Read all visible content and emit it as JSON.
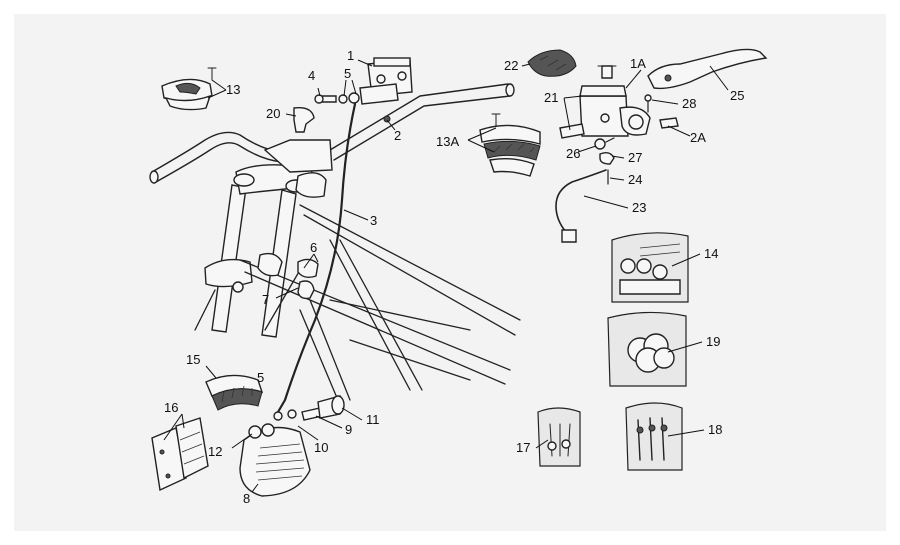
{
  "labels": [
    {
      "key": "1",
      "text": "1"
    },
    {
      "key": "1A",
      "text": "1A"
    },
    {
      "key": "2",
      "text": "2"
    },
    {
      "key": "2A",
      "text": "2A"
    },
    {
      "key": "3",
      "text": "3"
    },
    {
      "key": "4",
      "text": "4"
    },
    {
      "key": "5a",
      "text": "5"
    },
    {
      "key": "5b",
      "text": "5"
    },
    {
      "key": "6",
      "text": "6"
    },
    {
      "key": "7",
      "text": "7"
    },
    {
      "key": "8",
      "text": "8"
    },
    {
      "key": "9",
      "text": "9"
    },
    {
      "key": "10",
      "text": "10"
    },
    {
      "key": "11",
      "text": "11"
    },
    {
      "key": "12",
      "text": "12"
    },
    {
      "key": "13",
      "text": "13"
    },
    {
      "key": "13A",
      "text": "13A"
    },
    {
      "key": "14",
      "text": "14"
    },
    {
      "key": "15",
      "text": "15"
    },
    {
      "key": "16",
      "text": "16"
    },
    {
      "key": "17",
      "text": "17"
    },
    {
      "key": "18",
      "text": "18"
    },
    {
      "key": "19",
      "text": "19"
    },
    {
      "key": "20",
      "text": "20"
    },
    {
      "key": "21",
      "text": "21"
    },
    {
      "key": "22",
      "text": "22"
    },
    {
      "key": "23",
      "text": "23"
    },
    {
      "key": "24",
      "text": "24"
    },
    {
      "key": "25",
      "text": "25"
    },
    {
      "key": "26",
      "text": "26"
    },
    {
      "key": "27",
      "text": "27"
    },
    {
      "key": "28",
      "text": "28"
    }
  ]
}
